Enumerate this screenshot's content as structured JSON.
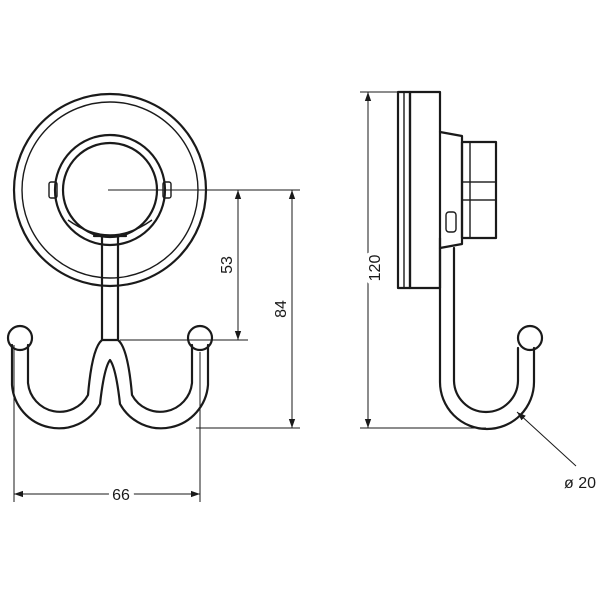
{
  "dimensions": {
    "hook_drop": "53",
    "total_depth": "84",
    "overall_height": "120",
    "width": "66",
    "tube_diameter": "ø 20"
  }
}
